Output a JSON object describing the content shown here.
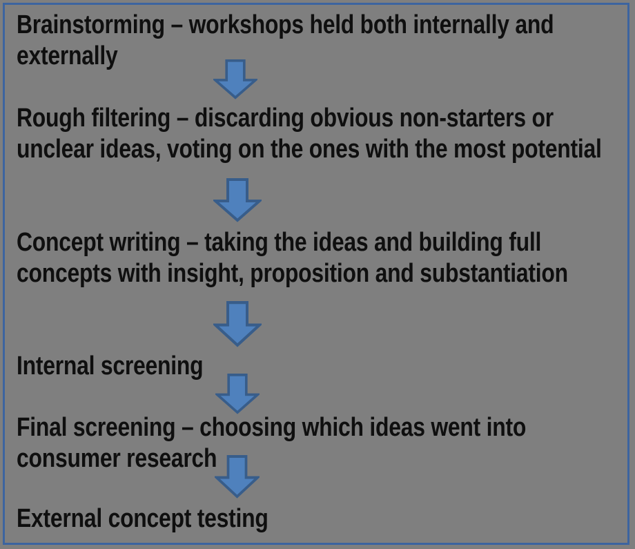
{
  "diagram": {
    "type": "process-flow",
    "direction": "top-to-bottom",
    "steps": [
      {
        "name": "brainstorming",
        "lines": [
          "Brainstorming – workshops held both internally and",
          "externally"
        ]
      },
      {
        "name": "rough-filtering",
        "lines": [
          "Rough filtering – discarding obvious non-starters or",
          "unclear ideas, voting on the ones with the most potential"
        ]
      },
      {
        "name": "concept-writing",
        "lines": [
          "Concept writing – taking the ideas and building full",
          "concepts with insight, proposition and substantiation"
        ]
      },
      {
        "name": "internal-screening",
        "lines": [
          "Internal screening"
        ]
      },
      {
        "name": "final-screening",
        "lines": [
          "Final screening – choosing which ideas went into",
          "consumer research"
        ]
      },
      {
        "name": "external-concept-testing",
        "lines": [
          "External concept testing"
        ]
      }
    ],
    "connector_count": 5
  },
  "icons": {
    "down_arrow": "down-arrow-icon"
  },
  "colors": {
    "background": "#7f7f7f",
    "frame_border": "#3c64a0",
    "text": "#0f0f0f",
    "arrow_fill": "#4f81bd",
    "arrow_outline": "#385d8a"
  }
}
